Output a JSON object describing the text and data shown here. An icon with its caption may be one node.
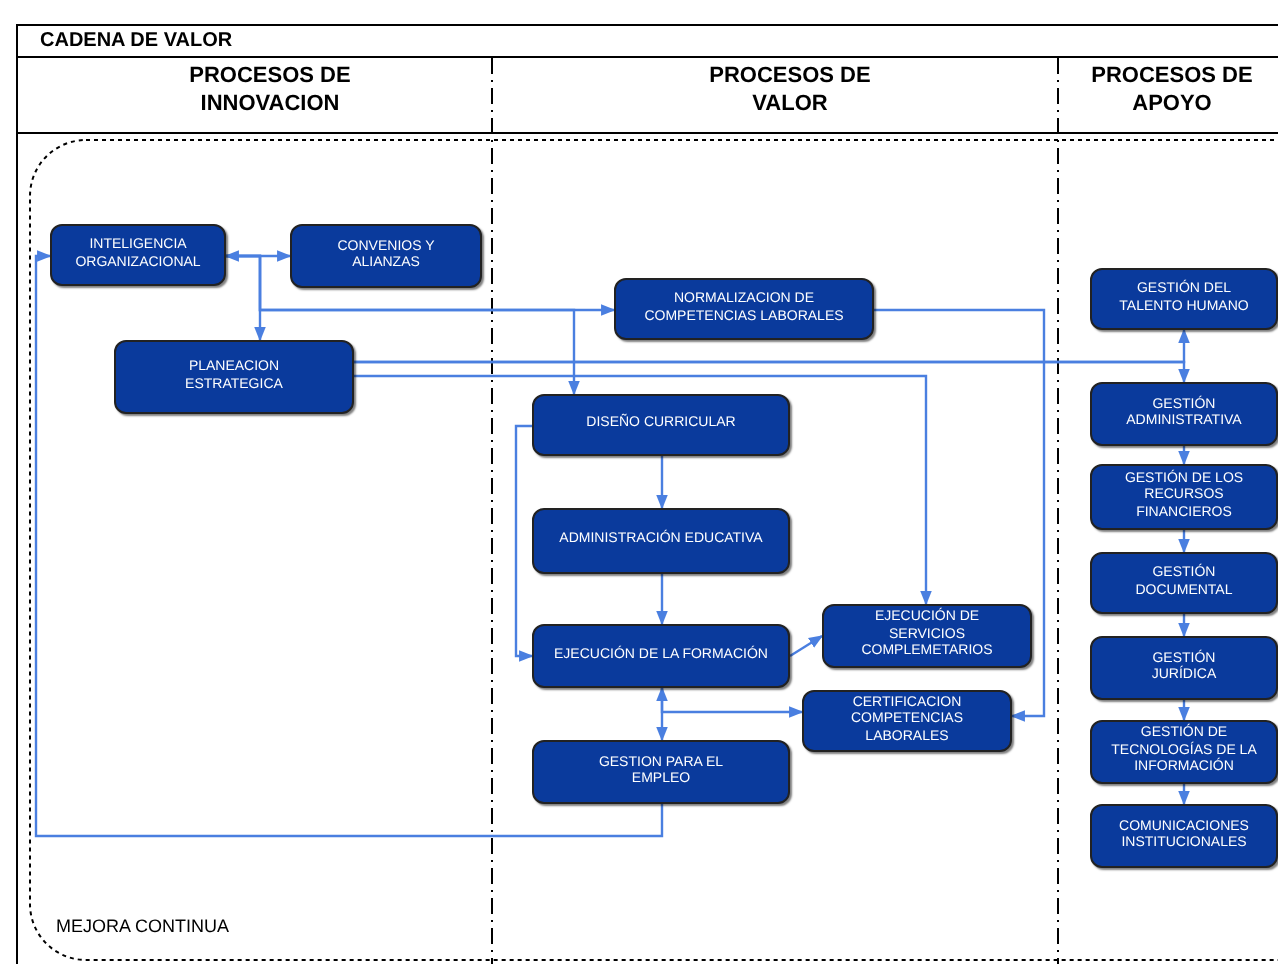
{
  "diagram": {
    "title": "CADENA DE VALOR",
    "nodes": [
      {
        "text": [
          "INTELIGENCIA ORGANIZACIONAL"
        ]
      },
      {
        "text": [
          "CONVENIOS Y ALIANZAS"
        ]
      },
      {
        "text": [
          "NORMALIZACION DE COMPETENCIAS LABORALES"
        ]
      },
      {
        "text": [
          "PLANEACION ESTRATEGICA"
        ]
      },
      {
        "text": [
          "DISEÑO CURRICULAR"
        ]
      },
      {
        "text": [
          "ADMINISTRACIÓN EDUCATIVA"
        ]
      },
      {
        "text": [
          "EJECUCIÓN DE LA FORMACIÓN"
        ]
      },
      {
        "text": [
          "EJECUCIÓN DE SERVICIOS COMPLEMETARIOS"
        ]
      },
      {
        "text": [
          "CERTIFICACION COMPETENCIAS LABORALES"
        ]
      },
      {
        "text": [
          "GESTION PARA EL EMPLEO"
        ]
      },
      {
        "text": [
          "GESTIÓN DEL TALENTO HUMANO"
        ]
      },
      {
        "text": [
          "GESTIÓN ADMINISTRATIVA"
        ]
      },
      {
        "text": [
          "GESTIÓN DE LOS RECURSOS FINANCIEROS"
        ]
      },
      {
        "text": [
          "GESTIÓN DOCUMENTAL"
        ]
      },
      {
        "text": [
          "GESTIÓN JURÍDICA"
        ]
      },
      {
        "text": [
          "GESTIÓN DE TECNOLOGÍAS DE LA INFORMACIÓN"
        ]
      },
      {
        "text": [
          "COMUNICACIONES INSTITUCIONALES"
        ]
      }
    ],
    "edges": [
      {
        "from": 0,
        "to": 1,
        "arrow": "both"
      },
      {
        "from": 0,
        "to": 3,
        "arrow": "to"
      },
      {
        "from": 0,
        "to": 2,
        "arrow": "to"
      },
      {
        "from": 0,
        "to": 4,
        "arrow": "to"
      },
      {
        "from": 3,
        "to": 10,
        "arrow": "to"
      },
      {
        "from": 3,
        "to": 11,
        "arrow": "to"
      },
      {
        "from": 3,
        "to": 7,
        "arrow": "to"
      },
      {
        "from": 2,
        "to": 8,
        "arrow": "to"
      },
      {
        "from": 4,
        "to": 5,
        "arrow": "to"
      },
      {
        "from": 5,
        "to": 6,
        "arrow": "to"
      },
      {
        "from": 6,
        "to": 7,
        "arrow": "to"
      },
      {
        "from": 6,
        "to": 9,
        "arrow": "to"
      },
      {
        "from": 6,
        "to": 8,
        "arrow": "both"
      },
      {
        "from": 4,
        "to": 6,
        "arrow": "to"
      },
      {
        "from": 9,
        "to": 0,
        "arrow": "to"
      },
      {
        "from": 11,
        "to": 12,
        "arrow": "to"
      },
      {
        "from": 12,
        "to": 13,
        "arrow": "to"
      },
      {
        "from": 13,
        "to": 14,
        "arrow": "to"
      },
      {
        "from": 14,
        "to": 15,
        "arrow": "to"
      },
      {
        "from": 15,
        "to": 16,
        "arrow": "to"
      }
    ],
    "labels": [
      "PROCESOS DE INNOVACION",
      "PROCESOS DE VALOR",
      "PROCESOS DE APOYO",
      "MEJORA CONTINUA"
    ]
  }
}
